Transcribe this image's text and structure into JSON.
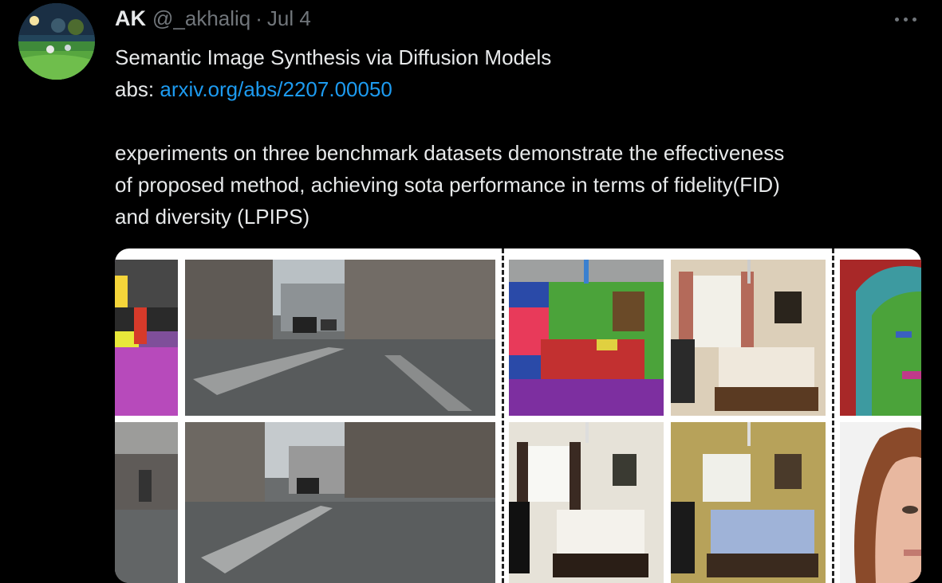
{
  "tweet": {
    "author_name": "AK",
    "handle": "@_akhaliq",
    "separator": "·",
    "timestamp": "Jul 4",
    "lines": {
      "title": "Semantic Image Synthesis via Diffusion Models",
      "abs_prefix": "abs: ",
      "abs_link": "arxiv.org/abs/2207.00050",
      "body_1": "experiments on three benchmark datasets demonstrate the effectiveness",
      "body_2": "of proposed method, achieving sota performance in terms of fidelity(FID)",
      "body_3": "and diversity (LPIPS)"
    }
  },
  "icons": {
    "more": "more-options-icon",
    "avatar": "avatar-image"
  },
  "colors": {
    "background": "#000000",
    "text": "#e7e9ea",
    "muted": "#71767b",
    "link": "#1d9bf0"
  }
}
